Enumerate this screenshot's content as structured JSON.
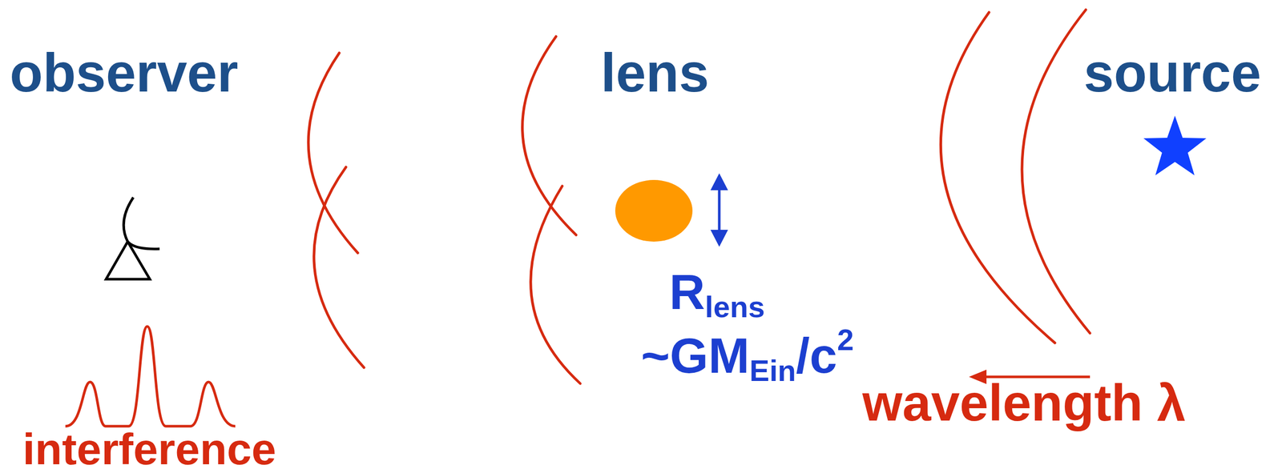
{
  "diagram": {
    "labels": [
      "observer",
      "lens",
      "source",
      "R",
      "lens",
      "~GM",
      "Ein",
      "/c",
      "2",
      "wavelength λ",
      "interference"
    ]
  }
}
